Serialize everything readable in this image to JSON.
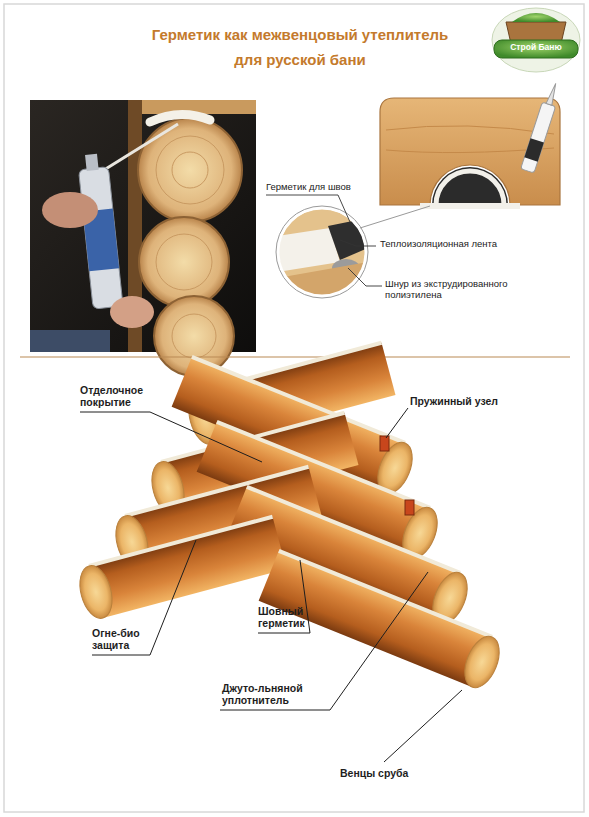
{
  "diagram": {
    "title": "Герметик как межвенцовый утеплитель для русской бани",
    "labels": [
      "Строй Баню",
      "Герметик для швов",
      "Теплоизоляционная лента",
      "Шнур из экструдированного полиэтилена",
      "Отделочное покрытие",
      "Пружинный узел",
      "Огне-био защита",
      "Шовный герметик",
      "Джуто-льняной уплотнитель",
      "Венцы сруба"
    ]
  }
}
